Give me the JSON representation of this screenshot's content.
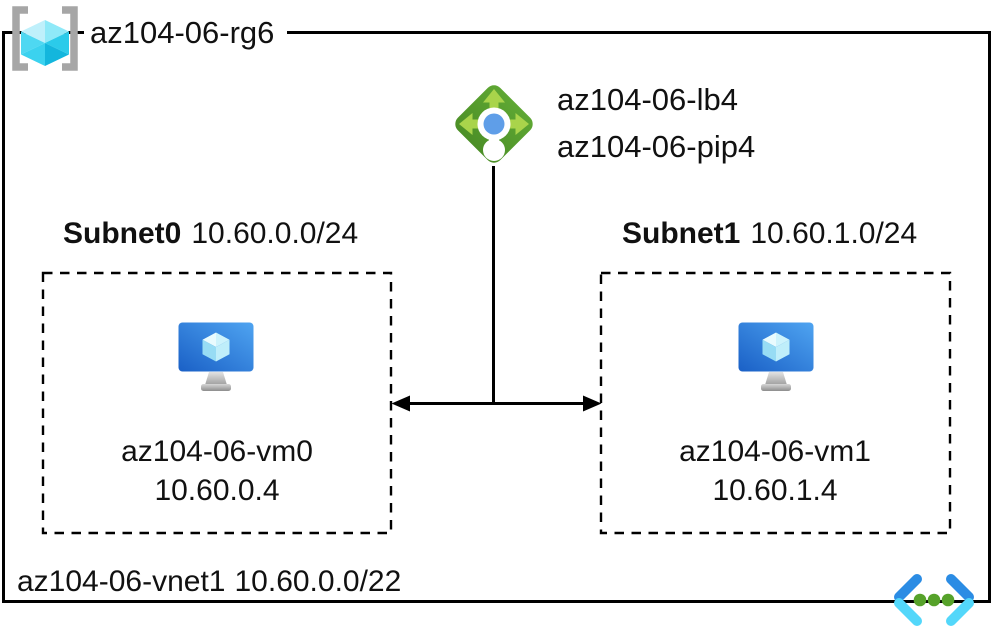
{
  "diagram": {
    "resource_group": {
      "name": "az104-06-rg6"
    },
    "load_balancer": {
      "name": "az104-06-lb4",
      "public_ip_name": "az104-06-pip4"
    },
    "subnets": [
      {
        "name": "Subnet0",
        "cidr": "10.60.0.0/24",
        "vm": {
          "name": "az104-06-vm0",
          "ip": "10.60.0.4"
        }
      },
      {
        "name": "Subnet1",
        "cidr": "10.60.1.0/24",
        "vm": {
          "name": "az104-06-vm1",
          "ip": "10.60.1.4"
        }
      }
    ],
    "virtual_network": {
      "name": "az104-06-vnet1",
      "cidr": "10.60.0.0/22"
    }
  },
  "icons": {
    "resource_group": "resource-group-icon",
    "load_balancer": "load-balancer-icon",
    "virtual_machine": "virtual-machine-icon",
    "virtual_network": "virtual-network-icon"
  },
  "colors": {
    "line_black": "#000000",
    "bracket_gray": "#a6a6a6",
    "cube_cyan": "#38cfee",
    "lb_green": "#559d2e",
    "lb_arrow_green": "#a9d44b",
    "lb_dot_blue": "#5f9ee8",
    "vm_blue_light": "#4fa4f1",
    "vm_blue_dark": "#1a60c6",
    "vm_cube_light": "#cdf3fc",
    "stand_gray": "#b5b5b5",
    "vnet_arm_blue": "#2b8ce4",
    "vnet_arm_cyan": "#53d7fa",
    "vnet_dot_green": "#56a22a"
  }
}
